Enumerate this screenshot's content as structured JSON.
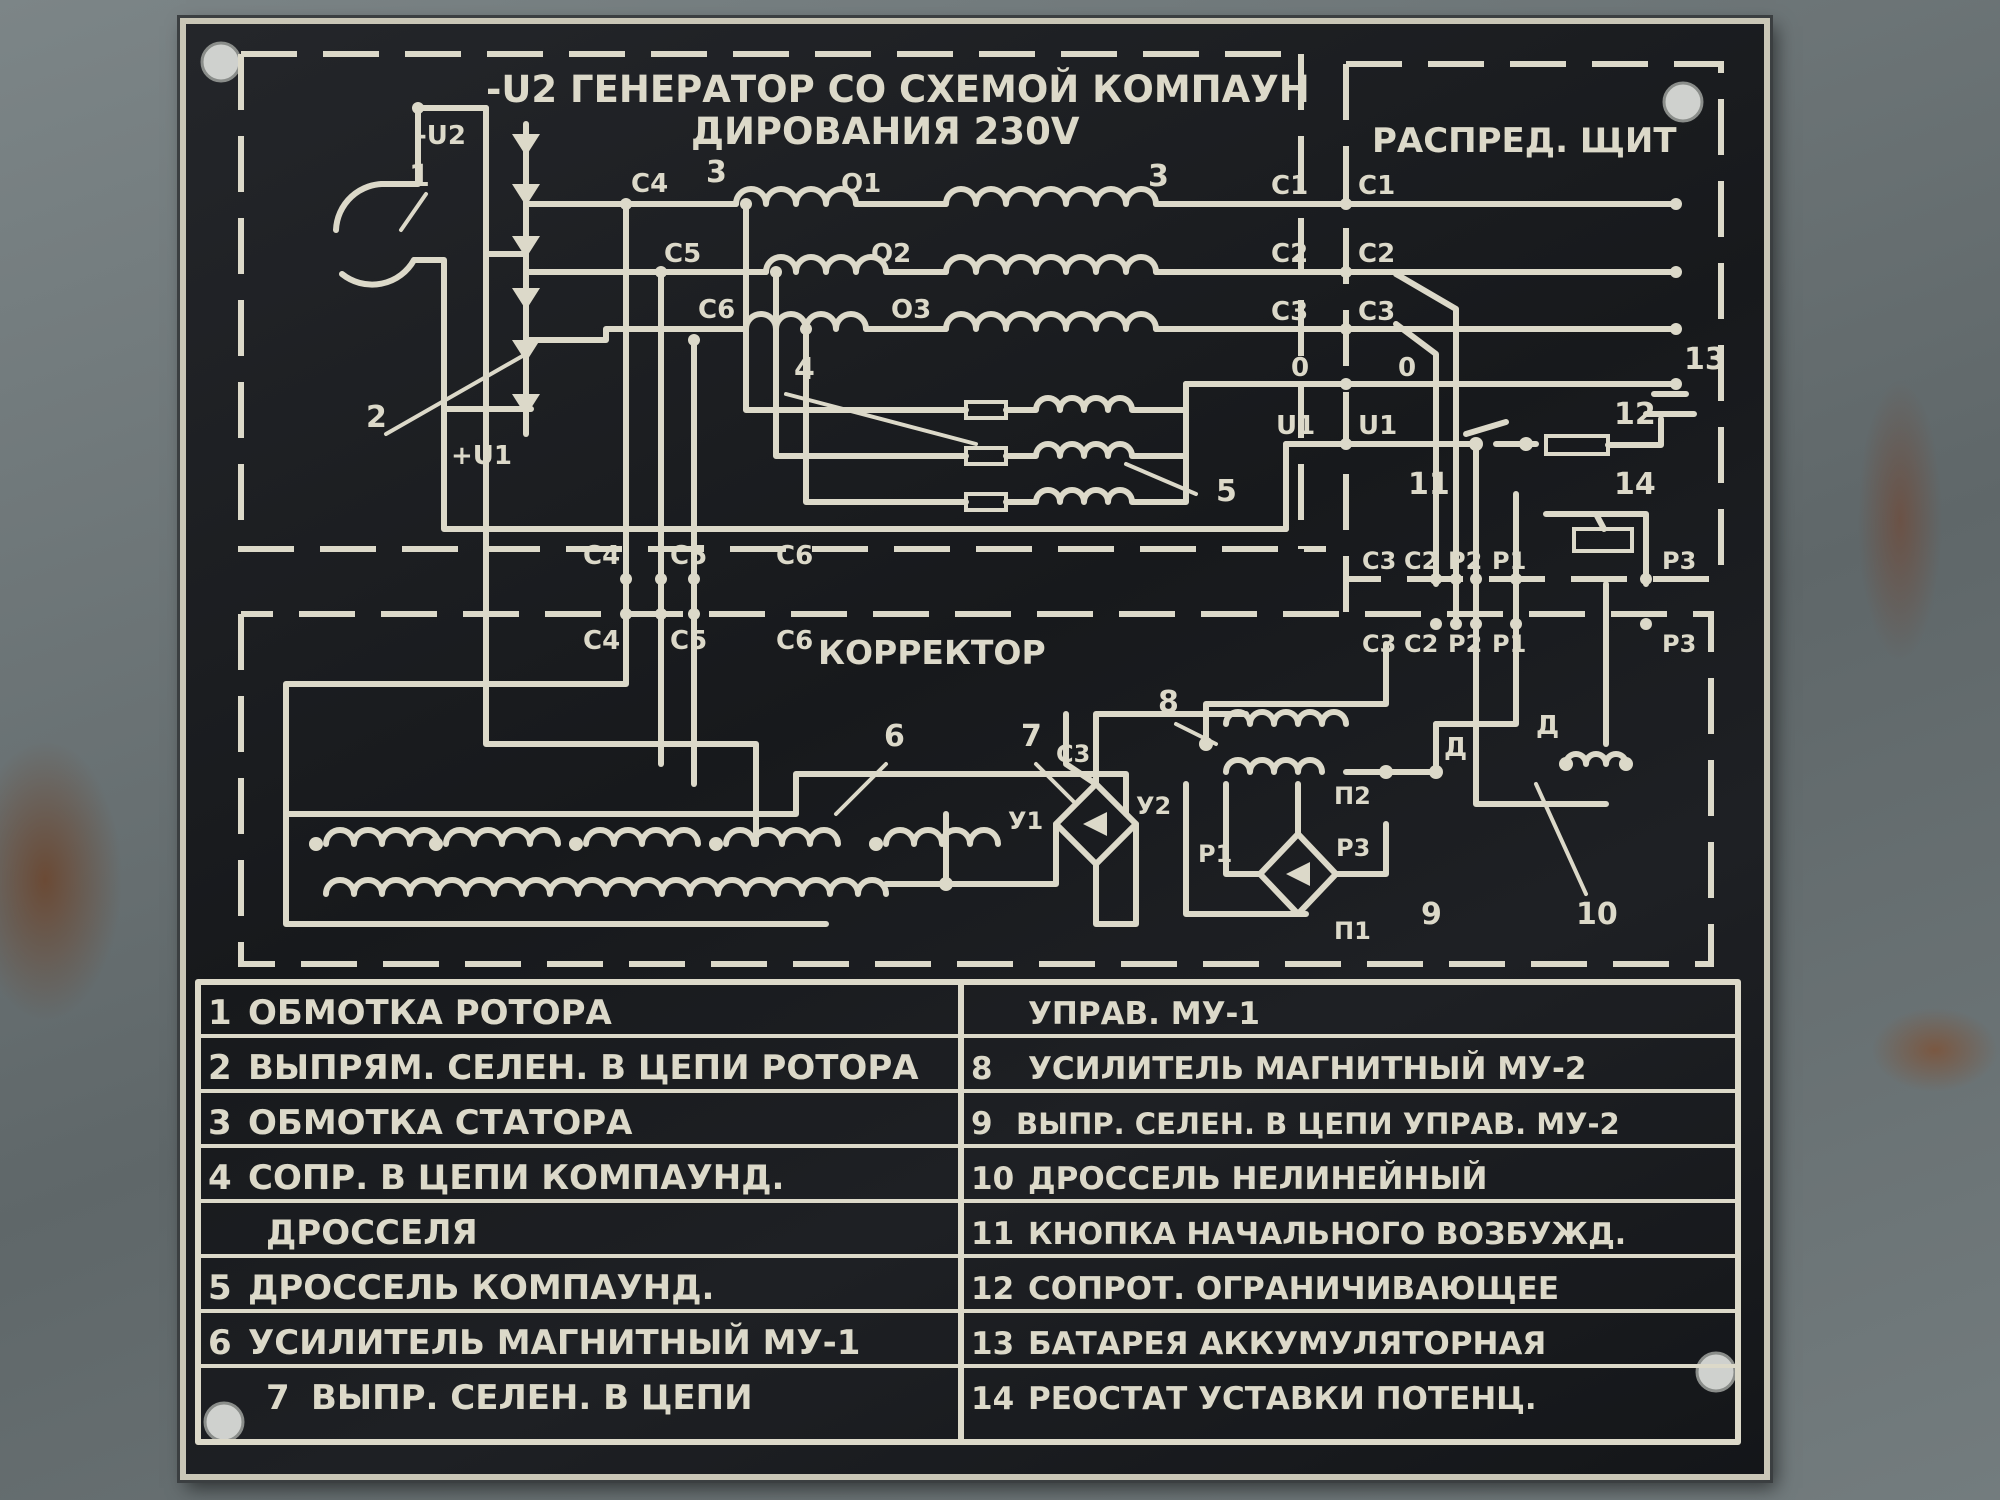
{
  "title": {
    "line1": "-U2 ГЕНЕРАТОР СО СХЕМОЙ КОМПАУН",
    "line2": "ДИРОВАНИЯ 230V"
  },
  "panel_title": "РАСПРЕД. ЩИТ",
  "corrector_title": "КОРРЕКТОР",
  "terminals": {
    "u2_top": "-U2",
    "u1_bottom": "+U1",
    "c1": "C1",
    "c2": "C2",
    "c3": "C3",
    "c4": "C4",
    "c5": "C5",
    "c6": "C6",
    "o1": "O1",
    "o2": "O2",
    "o3": "O3",
    "zero": "0",
    "u1": "U1",
    "p1": "P1",
    "p2": "P2",
    "p3": "P3",
    "y1": "У1",
    "y2": "У2",
    "pi1": "П1",
    "pi2": "П2",
    "d": "Д"
  },
  "callouts": [
    "1",
    "2",
    "3",
    "4",
    "5",
    "6",
    "7",
    "8",
    "9",
    "10",
    "11",
    "12",
    "13",
    "14"
  ],
  "legend": {
    "left": [
      {
        "num": "1",
        "text": "ОБМОТКА РОТОРА"
      },
      {
        "num": "2",
        "text": "ВЫПРЯМ. СЕЛЕН. В ЦЕПИ РОТОРА"
      },
      {
        "num": "3",
        "text": "ОБМОТКА СТАТОРА"
      },
      {
        "num": "4",
        "text": "СОПР. В ЦЕПИ КОМПАУНД."
      },
      {
        "num": "",
        "text": "ДРОССЕЛЯ"
      },
      {
        "num": "5",
        "text": "ДРОССЕЛЬ КОМПАУНД."
      },
      {
        "num": "6",
        "text": "УСИЛИТЕЛЬ МАГНИТНЫЙ МУ-1"
      },
      {
        "num": "7",
        "text": "ВЫПР. СЕЛЕН. В ЦЕПИ"
      }
    ],
    "right": [
      {
        "num": "",
        "text": "УПРАВ. МУ-1"
      },
      {
        "num": "8",
        "text": "УСИЛИТЕЛЬ МАГНИТНЫЙ МУ-2"
      },
      {
        "num": "9",
        "text": "ВЫПР. СЕЛЕН. В ЦЕПИ УПРАВ. МУ-2"
      },
      {
        "num": "10",
        "text": "ДРОССЕЛЬ НЕЛИНЕЙНЫЙ"
      },
      {
        "num": "11",
        "text": "КНОПКА НАЧАЛЬНОГО ВОЗБУЖД."
      },
      {
        "num": "12",
        "text": "СОПРОТ. ОГРАНИЧИВАЮЩЕЕ"
      },
      {
        "num": "13",
        "text": "БАТАРЕЯ АККУМУЛЯТОРНАЯ"
      },
      {
        "num": "14",
        "text": "РЕОСТАТ УСТАВКИ ПОТЕНЦ."
      }
    ]
  },
  "colors": {
    "plate": "#1b1d20",
    "print": "#dcd9c9",
    "frame": "#c9c6b6",
    "wall": "#6d7678"
  }
}
